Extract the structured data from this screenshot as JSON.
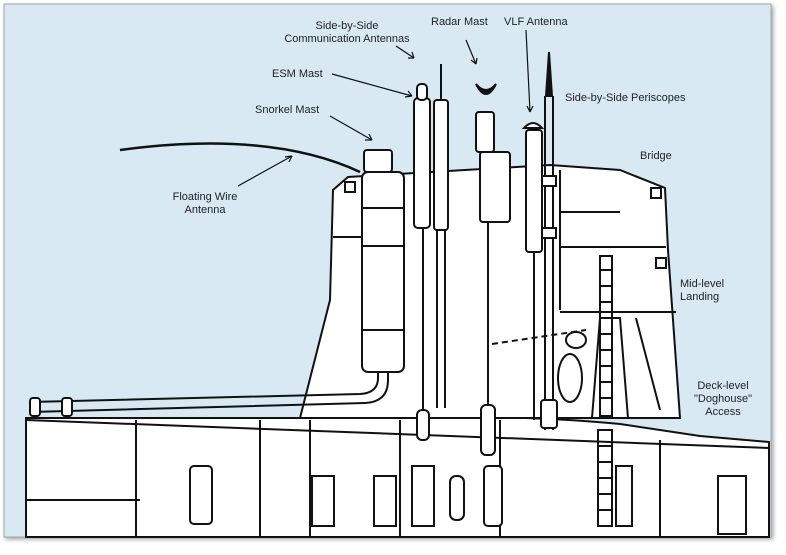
{
  "diagram": {
    "colors": {
      "background": "#d8e9f3",
      "hull": "#ffffff",
      "outline": "#111111"
    },
    "labels": {
      "comm_antennas_line1": "Side-by-Side",
      "comm_antennas_line2": "Communication Antennas",
      "radar_mast": "Radar Mast",
      "vlf_antenna": "VLF Antenna",
      "esm_mast": "ESM Mast",
      "snorkel_mast": "Snorkel Mast",
      "periscopes": "Side-by-Side Periscopes",
      "bridge": "Bridge",
      "floating_wire_line1": "Floating Wire",
      "floating_wire_line2": "Antenna",
      "mid_level_line1": "Mid-level",
      "mid_level_line2": "Landing",
      "deck_level_line1": "Deck-level",
      "deck_level_line2": "\"Doghouse\"",
      "deck_level_line3": "Access"
    }
  }
}
